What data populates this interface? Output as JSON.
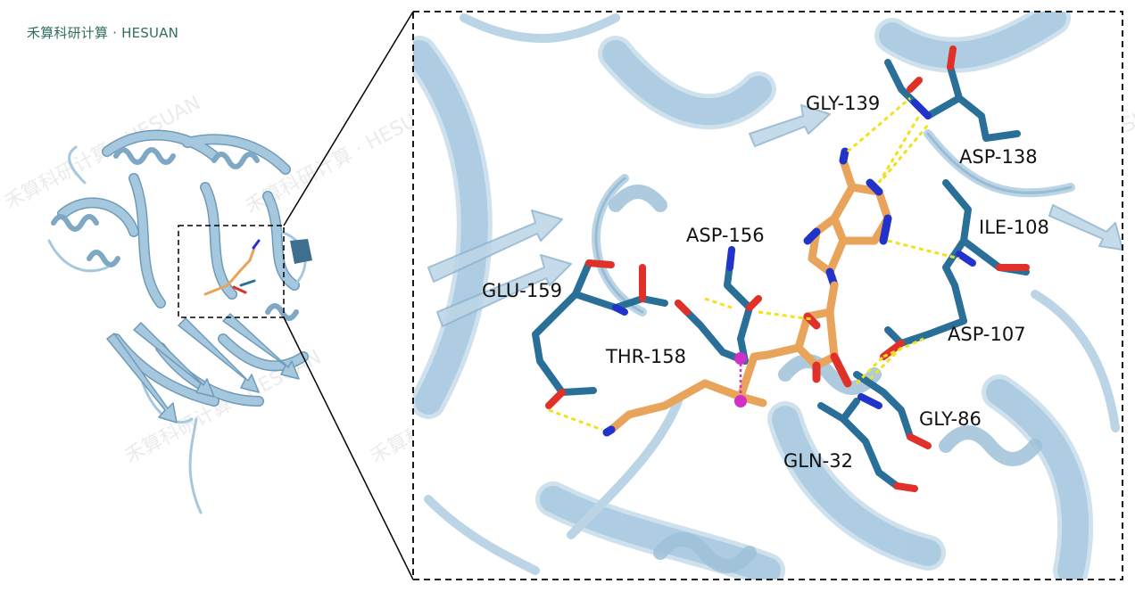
{
  "brand_text": "禾算科研计算 · HESUAN",
  "watermark": "禾算科研计算 · HESUAN",
  "residues": {
    "gly139": "GLY-139",
    "asp138": "ASP-138",
    "ile108": "ILE-108",
    "asp156": "ASP-156",
    "glu159": "GLU-159",
    "thr158": "THR-158",
    "asp107": "ASP-107",
    "gly86": "GLY-86",
    "gln32": "GLN-32"
  },
  "colors": {
    "cartoon": "#a6c8df",
    "cartoon_dark": "#6f9bb8",
    "residue_carbon": "#2a6f97",
    "ligand_carbon": "#e8a45a",
    "nitrogen": "#2233cc",
    "oxygen": "#e0302a",
    "sulfur_contact": "#d130c6",
    "hbond": "#f2e21a",
    "brand": "#2f6f5f"
  }
}
